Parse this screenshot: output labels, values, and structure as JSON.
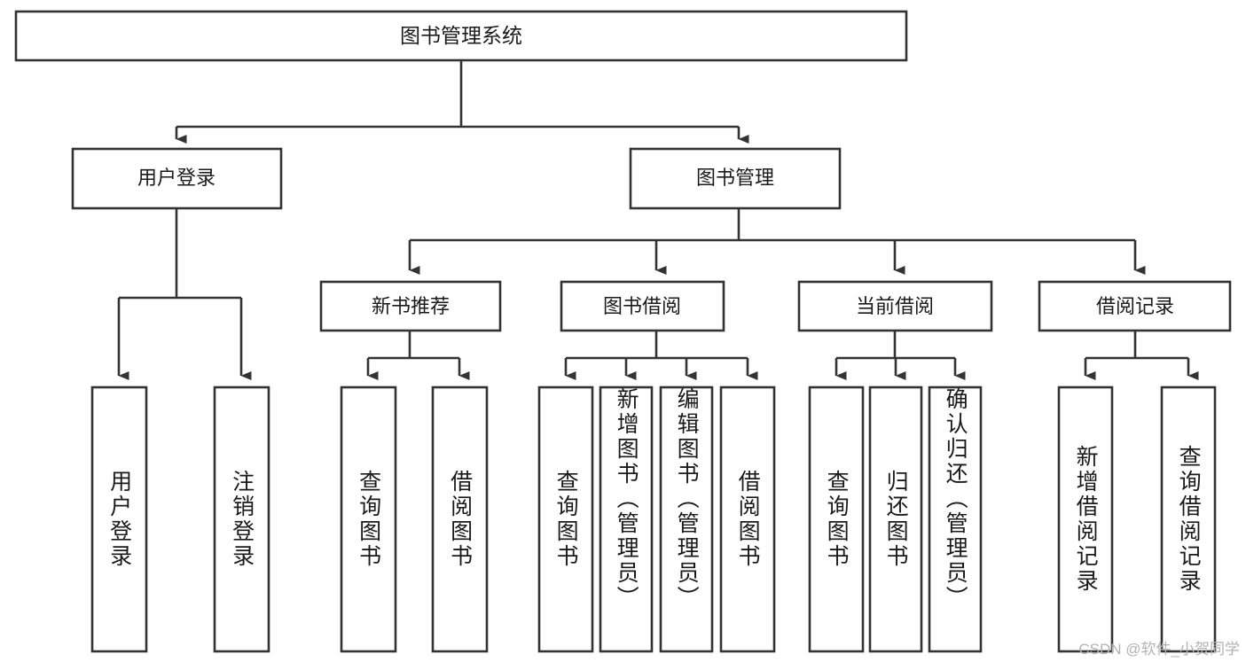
{
  "diagram": {
    "type": "tree",
    "title": "图书管理系统",
    "colors": {
      "stroke": "#333333",
      "fill": "#ffffff",
      "text": "#1a1a1a",
      "watermark": "#b3b3b3",
      "background": "#ffffff"
    },
    "root": {
      "label": "图书管理系统"
    },
    "level1": [
      {
        "label": "用户登录"
      },
      {
        "label": "图书管理"
      }
    ],
    "level2": [
      {
        "label": "新书推荐"
      },
      {
        "label": "图书借阅"
      },
      {
        "label": "当前借阅"
      },
      {
        "label": "借阅记录"
      }
    ],
    "leaves": {
      "user_login": [
        {
          "label": "用户登录"
        },
        {
          "label": "注销登录"
        }
      ],
      "new_book_recommend": [
        {
          "label": "查询图书"
        },
        {
          "label": "借阅图书"
        }
      ],
      "book_borrow": [
        {
          "label": "查询图书"
        },
        {
          "label": "新增图书（管理员）"
        },
        {
          "label": "编辑图书（管理员）"
        },
        {
          "label": "借阅图书"
        }
      ],
      "current_borrow": [
        {
          "label": "查询图书"
        },
        {
          "label": "归还图书"
        },
        {
          "label": "确认归还（管理员）"
        }
      ],
      "borrow_record": [
        {
          "label": "新增借阅记录"
        },
        {
          "label": "查询借阅记录"
        }
      ]
    }
  },
  "watermark": {
    "text": "CSDN @软件_小贺同学"
  }
}
